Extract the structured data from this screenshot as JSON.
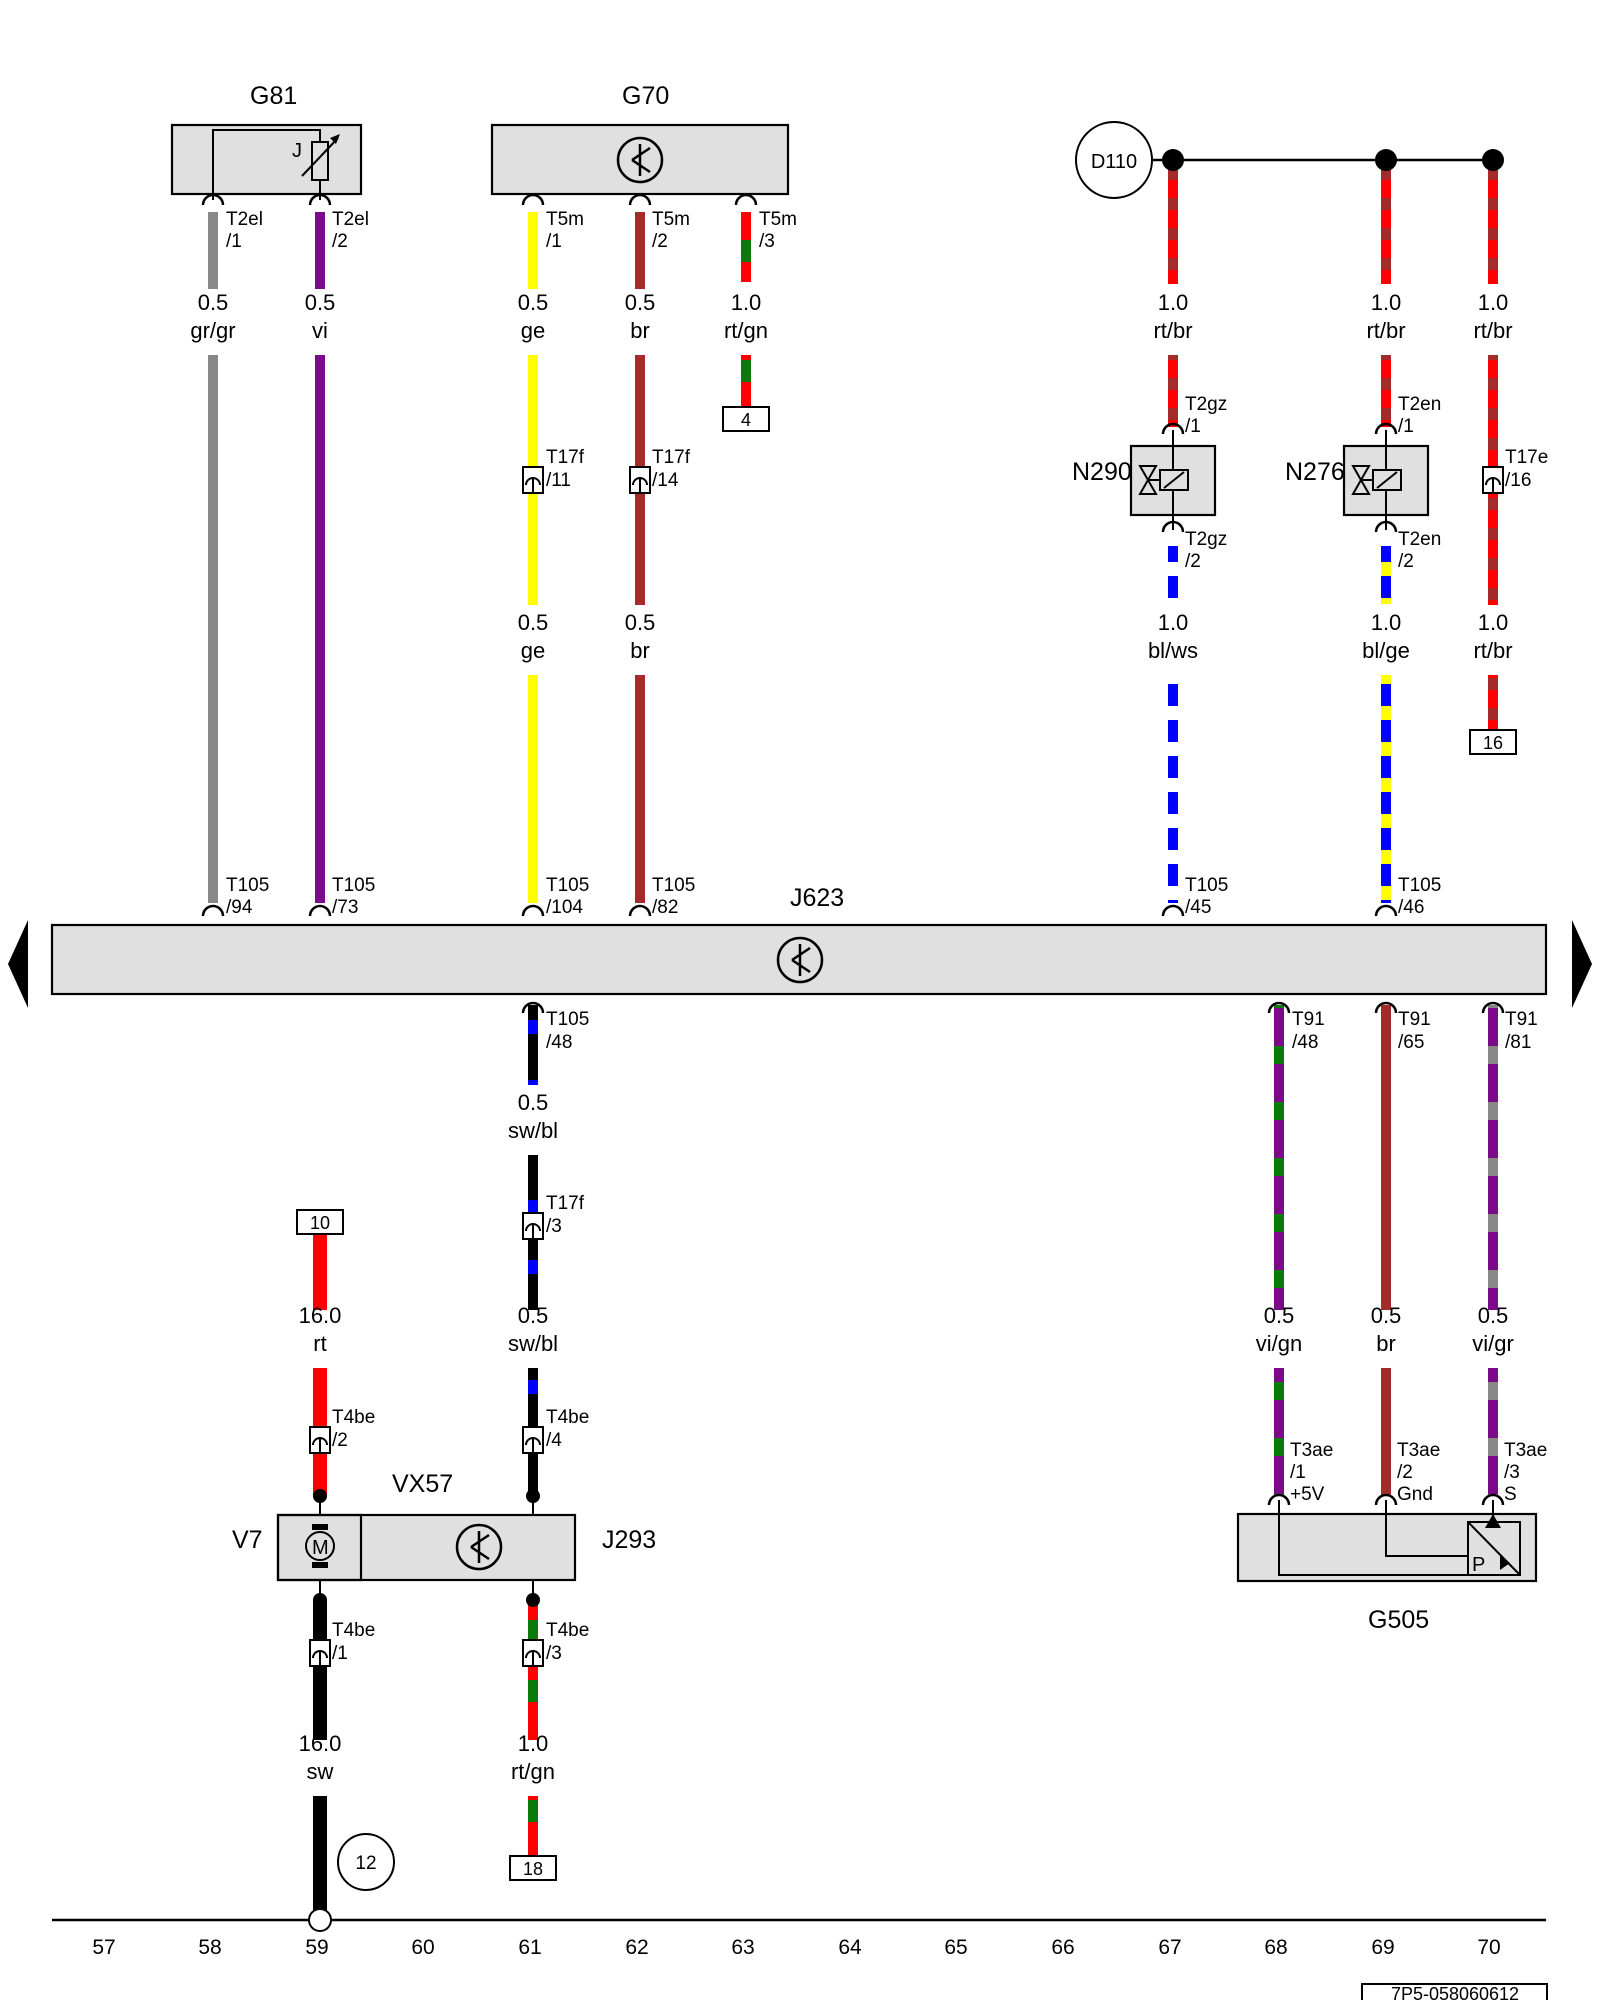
{
  "components": {
    "G81": "G81",
    "G70": "G70",
    "D110": "D110",
    "N290": "N290",
    "N276": "N276",
    "J623": "J623",
    "VX57": "VX57",
    "V7": "V7",
    "J293": "J293",
    "G505": "G505"
  },
  "symbols": {
    "potentiometer_letter": "J",
    "motor_letter": "M",
    "pressure_letter": "P"
  },
  "pins": {
    "g81_1": [
      "T2el",
      "/1"
    ],
    "g81_2": [
      "T2el",
      "/2"
    ],
    "g70_1": [
      "T5m",
      "/1"
    ],
    "g70_2": [
      "T5m",
      "/2"
    ],
    "g70_3": [
      "T5m",
      "/3"
    ],
    "n290_1": [
      "T2gz",
      "/1"
    ],
    "n290_2": [
      "T2gz",
      "/2"
    ],
    "n276_1": [
      "T2en",
      "/1"
    ],
    "n276_2": [
      "T2en",
      "/2"
    ],
    "t17e_16": [
      "T17e",
      "/16"
    ],
    "t17f_11": [
      "T17f",
      "/11"
    ],
    "t17f_14": [
      "T17f",
      "/14"
    ],
    "t17f_3": [
      "T17f",
      "/3"
    ],
    "j623_94": [
      "T105",
      "/94"
    ],
    "j623_73": [
      "T105",
      "/73"
    ],
    "j623_104": [
      "T105",
      "/104"
    ],
    "j623_82": [
      "T105",
      "/82"
    ],
    "j623_45": [
      "T105",
      "/45"
    ],
    "j623_46": [
      "T105",
      "/46"
    ],
    "j623_48": [
      "T105",
      "/48"
    ],
    "t91_48": [
      "T91",
      "/48"
    ],
    "t91_65": [
      "T91",
      "/65"
    ],
    "t91_81": [
      "T91",
      "/81"
    ],
    "t4be_2": [
      "T4be",
      "/2"
    ],
    "t4be_4": [
      "T4be",
      "/4"
    ],
    "t4be_1": [
      "T4be",
      "/1"
    ],
    "t4be_3": [
      "T4be",
      "/3"
    ],
    "t3ae_1": [
      "T3ae",
      "/1",
      "+5V"
    ],
    "t3ae_2": [
      "T3ae",
      "/2",
      "Gnd"
    ],
    "t3ae_3": [
      "T3ae",
      "/3",
      "S"
    ]
  },
  "wires": {
    "w58": [
      "0.5",
      "gr/gr"
    ],
    "w59": [
      "0.5",
      "vi"
    ],
    "w61a": [
      "0.5",
      "ge"
    ],
    "w62a": [
      "0.5",
      "br"
    ],
    "w63": [
      "1.0",
      "rt/gn"
    ],
    "w67a": [
      "1.0",
      "rt/br"
    ],
    "w69a": [
      "1.0",
      "rt/br"
    ],
    "w70a": [
      "1.0",
      "rt/br"
    ],
    "w61b": [
      "0.5",
      "ge"
    ],
    "w62b": [
      "0.5",
      "br"
    ],
    "w67b": [
      "1.0",
      "bl/ws"
    ],
    "w69b": [
      "1.0",
      "bl/ge"
    ],
    "w70b": [
      "1.0",
      "rt/br"
    ],
    "w61c": [
      "0.5",
      "sw/bl"
    ],
    "w61d": [
      "0.5",
      "sw/bl"
    ],
    "w59c": [
      "16.0",
      "rt"
    ],
    "w68": [
      "0.5",
      "vi/gn"
    ],
    "w69c": [
      "0.5",
      "br"
    ],
    "w70c": [
      "0.5",
      "vi/gr"
    ],
    "w59d": [
      "16.0",
      "sw"
    ],
    "w61e": [
      "1.0",
      "rt/gn"
    ]
  },
  "refs": {
    "r4": "4",
    "r16": "16",
    "r10": "10",
    "r18": "18",
    "r12": "12"
  },
  "track_numbers": [
    "57",
    "58",
    "59",
    "60",
    "61",
    "62",
    "63",
    "64",
    "65",
    "66",
    "67",
    "68",
    "69",
    "70"
  ],
  "doc_code": "7P5-058060612",
  "wire_colors": {
    "gr": "#888888",
    "vi": "#7a0a8a",
    "ge": "#ffff00",
    "br": "#a52a2a",
    "rt": "#ff0000",
    "gn": "#0a7a0a",
    "bl": "#0000ff",
    "ws": "#ffffff",
    "sw": "#000000"
  }
}
